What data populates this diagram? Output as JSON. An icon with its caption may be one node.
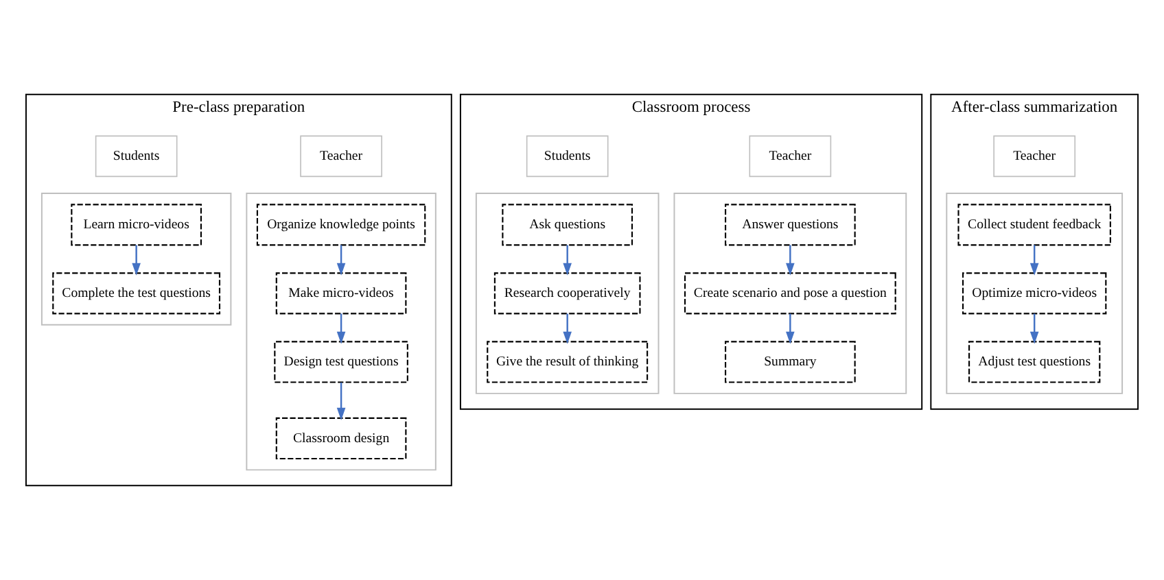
{
  "diagram": {
    "nodes": [
      {
        "text": [
          "Pre-class preparation"
        ]
      },
      {
        "text": [
          "Teacher"
        ],
        "in": 0
      },
      {
        "text": [
          "Students"
        ],
        "in": 0
      },
      {
        "text": [],
        "shape": "box",
        "in": 0
      },
      {
        "text": [
          "Organize knowledge points"
        ],
        "in": 3
      },
      {
        "text": [
          "Make micro-videos"
        ],
        "in": 3
      },
      {
        "text": [
          "Design test questions"
        ],
        "in": 3
      },
      {
        "text": [
          "Classroom design"
        ],
        "in": 3
      },
      {
        "text": [],
        "shape": "box",
        "in": 0
      },
      {
        "text": [
          "Learn micro-videos"
        ],
        "in": 8
      },
      {
        "text": [
          "Complete the test questions"
        ],
        "in": 8
      },
      {
        "text": [
          "Classroom process"
        ]
      },
      {
        "text": [
          "Teacher"
        ],
        "in": 11
      },
      {
        "text": [
          "Students"
        ],
        "in": 11
      },
      {
        "text": [],
        "shape": "box",
        "in": 11
      },
      {
        "text": [
          "Answer questions"
        ],
        "in": 14
      },
      {
        "text": [
          "Create scenario and pose a question"
        ],
        "in": 14
      },
      {
        "text": [
          "Summary"
        ],
        "in": 14
      },
      {
        "text": [],
        "shape": "box",
        "in": 11
      },
      {
        "text": [
          "Ask questions"
        ],
        "in": 18
      },
      {
        "text": [
          "Research cooperatively"
        ],
        "in": 18
      },
      {
        "text": [
          "Give the result of thinking"
        ],
        "in": 18
      },
      {
        "text": [
          "After-class summarization"
        ]
      },
      {
        "text": [
          "Teacher"
        ],
        "in": 22
      },
      {
        "text": [],
        "shape": "box",
        "in": 22
      },
      {
        "text": [
          "Collect student feedback"
        ],
        "in": 24
      },
      {
        "text": [
          "Optimize micro-videos"
        ],
        "in": 24
      },
      {
        "text": [
          "Adjust test questions"
        ],
        "in": 24
      }
    ],
    "edges": [
      {
        "from": 4,
        "to": 5,
        "arrow": "to"
      },
      {
        "from": 5,
        "to": 6,
        "arrow": "to"
      },
      {
        "from": 6,
        "to": 7,
        "arrow": "to"
      },
      {
        "from": 9,
        "to": 10,
        "arrow": "to"
      },
      {
        "from": 15,
        "to": 16,
        "arrow": "to"
      },
      {
        "from": 16,
        "to": 17,
        "arrow": "to"
      },
      {
        "from": 19,
        "to": 20,
        "arrow": "to"
      },
      {
        "from": 20,
        "to": 21,
        "arrow": "to"
      },
      {
        "from": 25,
        "to": 26,
        "arrow": "to"
      },
      {
        "from": 26,
        "to": 27,
        "arrow": "to"
      }
    ]
  }
}
